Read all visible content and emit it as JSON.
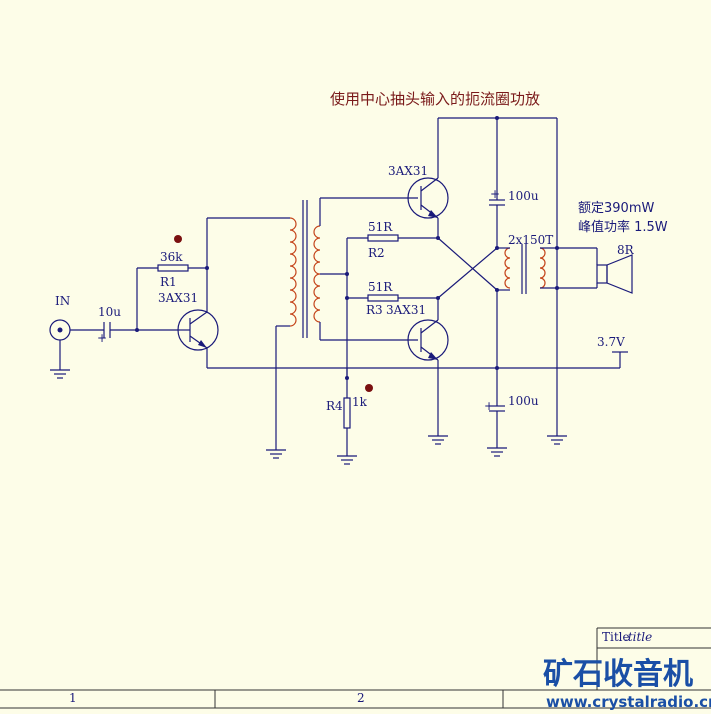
{
  "title": "使用中心抽头输入的扼流圈功放",
  "spec_line1": "额定390mW",
  "spec_line2": "峰值功率 1.5W",
  "input_label": "IN",
  "components": {
    "c_in": "10u",
    "r1_value": "36k",
    "r1_name": "R1",
    "q1": "3AX31",
    "q2": "3AX31",
    "q3": "3AX31",
    "r2_value": "51R",
    "r2_name": "R2",
    "r3_value": "51R",
    "r3_name": "R3",
    "r4_name": "R4",
    "r4_value": "1k",
    "c_top": "100u",
    "c_bot": "100u",
    "transformer": "2x150T",
    "speaker": "8R",
    "supply": "3.7V"
  },
  "title_block": {
    "title_label": "Title",
    "title_value": ".title",
    "col1": "1",
    "col2": "2"
  },
  "watermark": {
    "brand": "矿石收音机",
    "url": "www.crystalradio.cn"
  },
  "colors": {
    "wire": "#1a1a7a",
    "coil": "#c4441a",
    "dot": "#7a1010",
    "background": "#fdfde8"
  }
}
